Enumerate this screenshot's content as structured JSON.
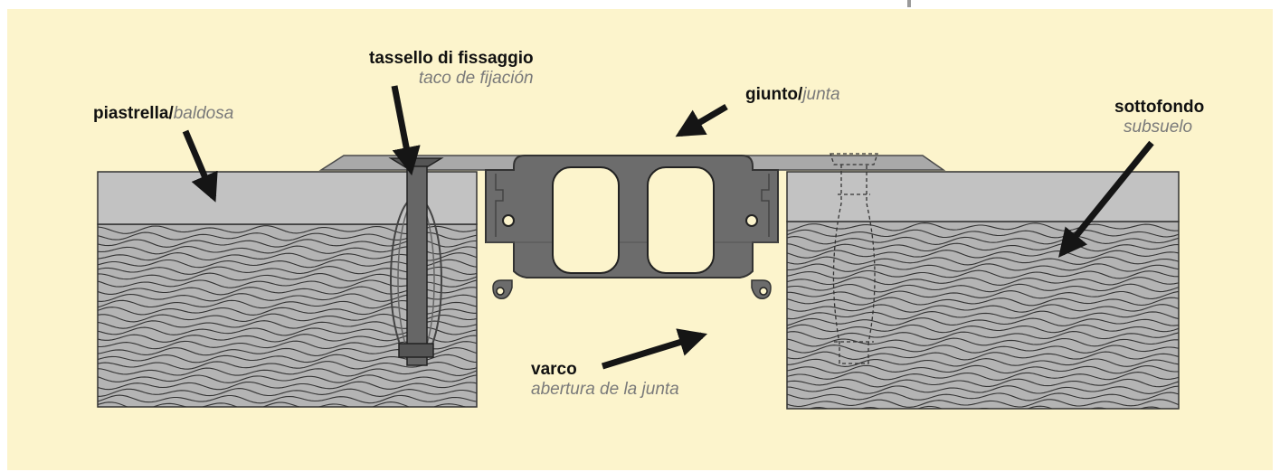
{
  "labels": {
    "tile": {
      "main": "piastrella",
      "sep": "/",
      "alt": "baldosa"
    },
    "anchor": {
      "main": "tassello di fissaggio",
      "alt": "taco de fijación"
    },
    "joint": {
      "main": "giunto",
      "sep": "/",
      "alt": "junta"
    },
    "subfloor": {
      "main": "sottofondo",
      "alt": "subsuelo"
    },
    "gap": {
      "main": "varco",
      "alt": "abertura de la junta"
    }
  },
  "colors": {
    "background": "#fcf4cc",
    "tile": "#c2c2c2",
    "substrate": "#b4b4b4",
    "wave_line": "#333333",
    "profile": "#6c6c6c",
    "profile_dark": "#4a4a4a",
    "arrow": "#151515",
    "alt_text": "#7a7a7a"
  }
}
